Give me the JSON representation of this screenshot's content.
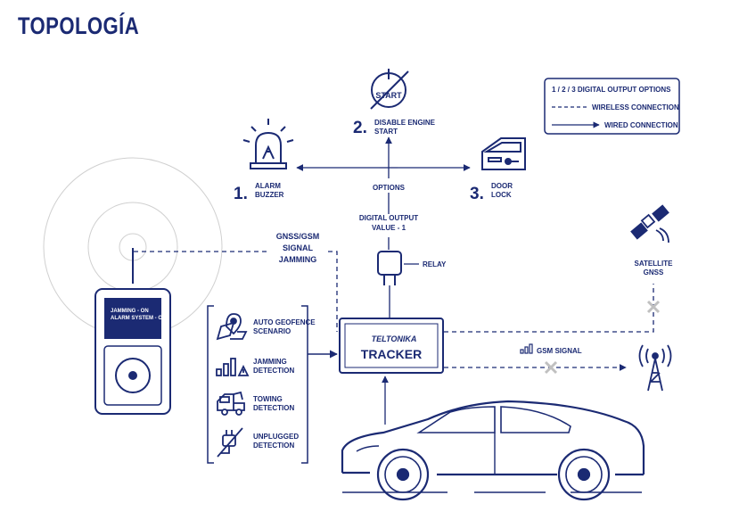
{
  "title": "TOPOLOGÍA",
  "legend": {
    "digital": "1 / 2 / 3  DIGITAL OUTPUT OPTIONS",
    "wireless": "WIRELESS CONNECTION",
    "wired": "WIRED CONNECTION"
  },
  "options": {
    "opt1": {
      "num": "1.",
      "line1": "ALARM",
      "line2": "BUZZER"
    },
    "opt2": {
      "num": "2.",
      "line1": "DISABLE ENGINE",
      "line2": "START",
      "icon_text": "START"
    },
    "opt3": {
      "num": "3.",
      "line1": "DOOR",
      "line2": "LOCK"
    },
    "center_label": "OPTIONS",
    "digital_output_line1": "DIGITAL OUTPUT",
    "digital_output_line2": "VALUE - 1",
    "relay": "RELAY"
  },
  "jamming": {
    "line1": "GNSS/GSM",
    "line2": "SIGNAL",
    "line3": "JAMMING"
  },
  "device_screen": {
    "line1": "JAMMING - ON",
    "line2": "ALARM SYSTEM - OFF"
  },
  "scenarios": [
    {
      "line1": "AUTO GEOFENCE",
      "line2": "SCENARIO",
      "icon": "map-pin-icon"
    },
    {
      "line1": "JAMMING",
      "line2": "DETECTION",
      "icon": "signal-warning-icon"
    },
    {
      "line1": "TOWING",
      "line2": "DETECTION",
      "icon": "tow-truck-icon"
    },
    {
      "line1": "UNPLUGGED",
      "line2": "DETECTION",
      "icon": "unplugged-icon"
    }
  ],
  "tracker": {
    "brand": "TELTONIKA",
    "name": "TRACKER"
  },
  "satellite": {
    "line1": "SATELLITE",
    "line2": "GNSS"
  },
  "gsm": {
    "label": "GSM SIGNAL"
  },
  "colors": {
    "primary": "#1b2a73",
    "circle": "#cfcfcf"
  }
}
